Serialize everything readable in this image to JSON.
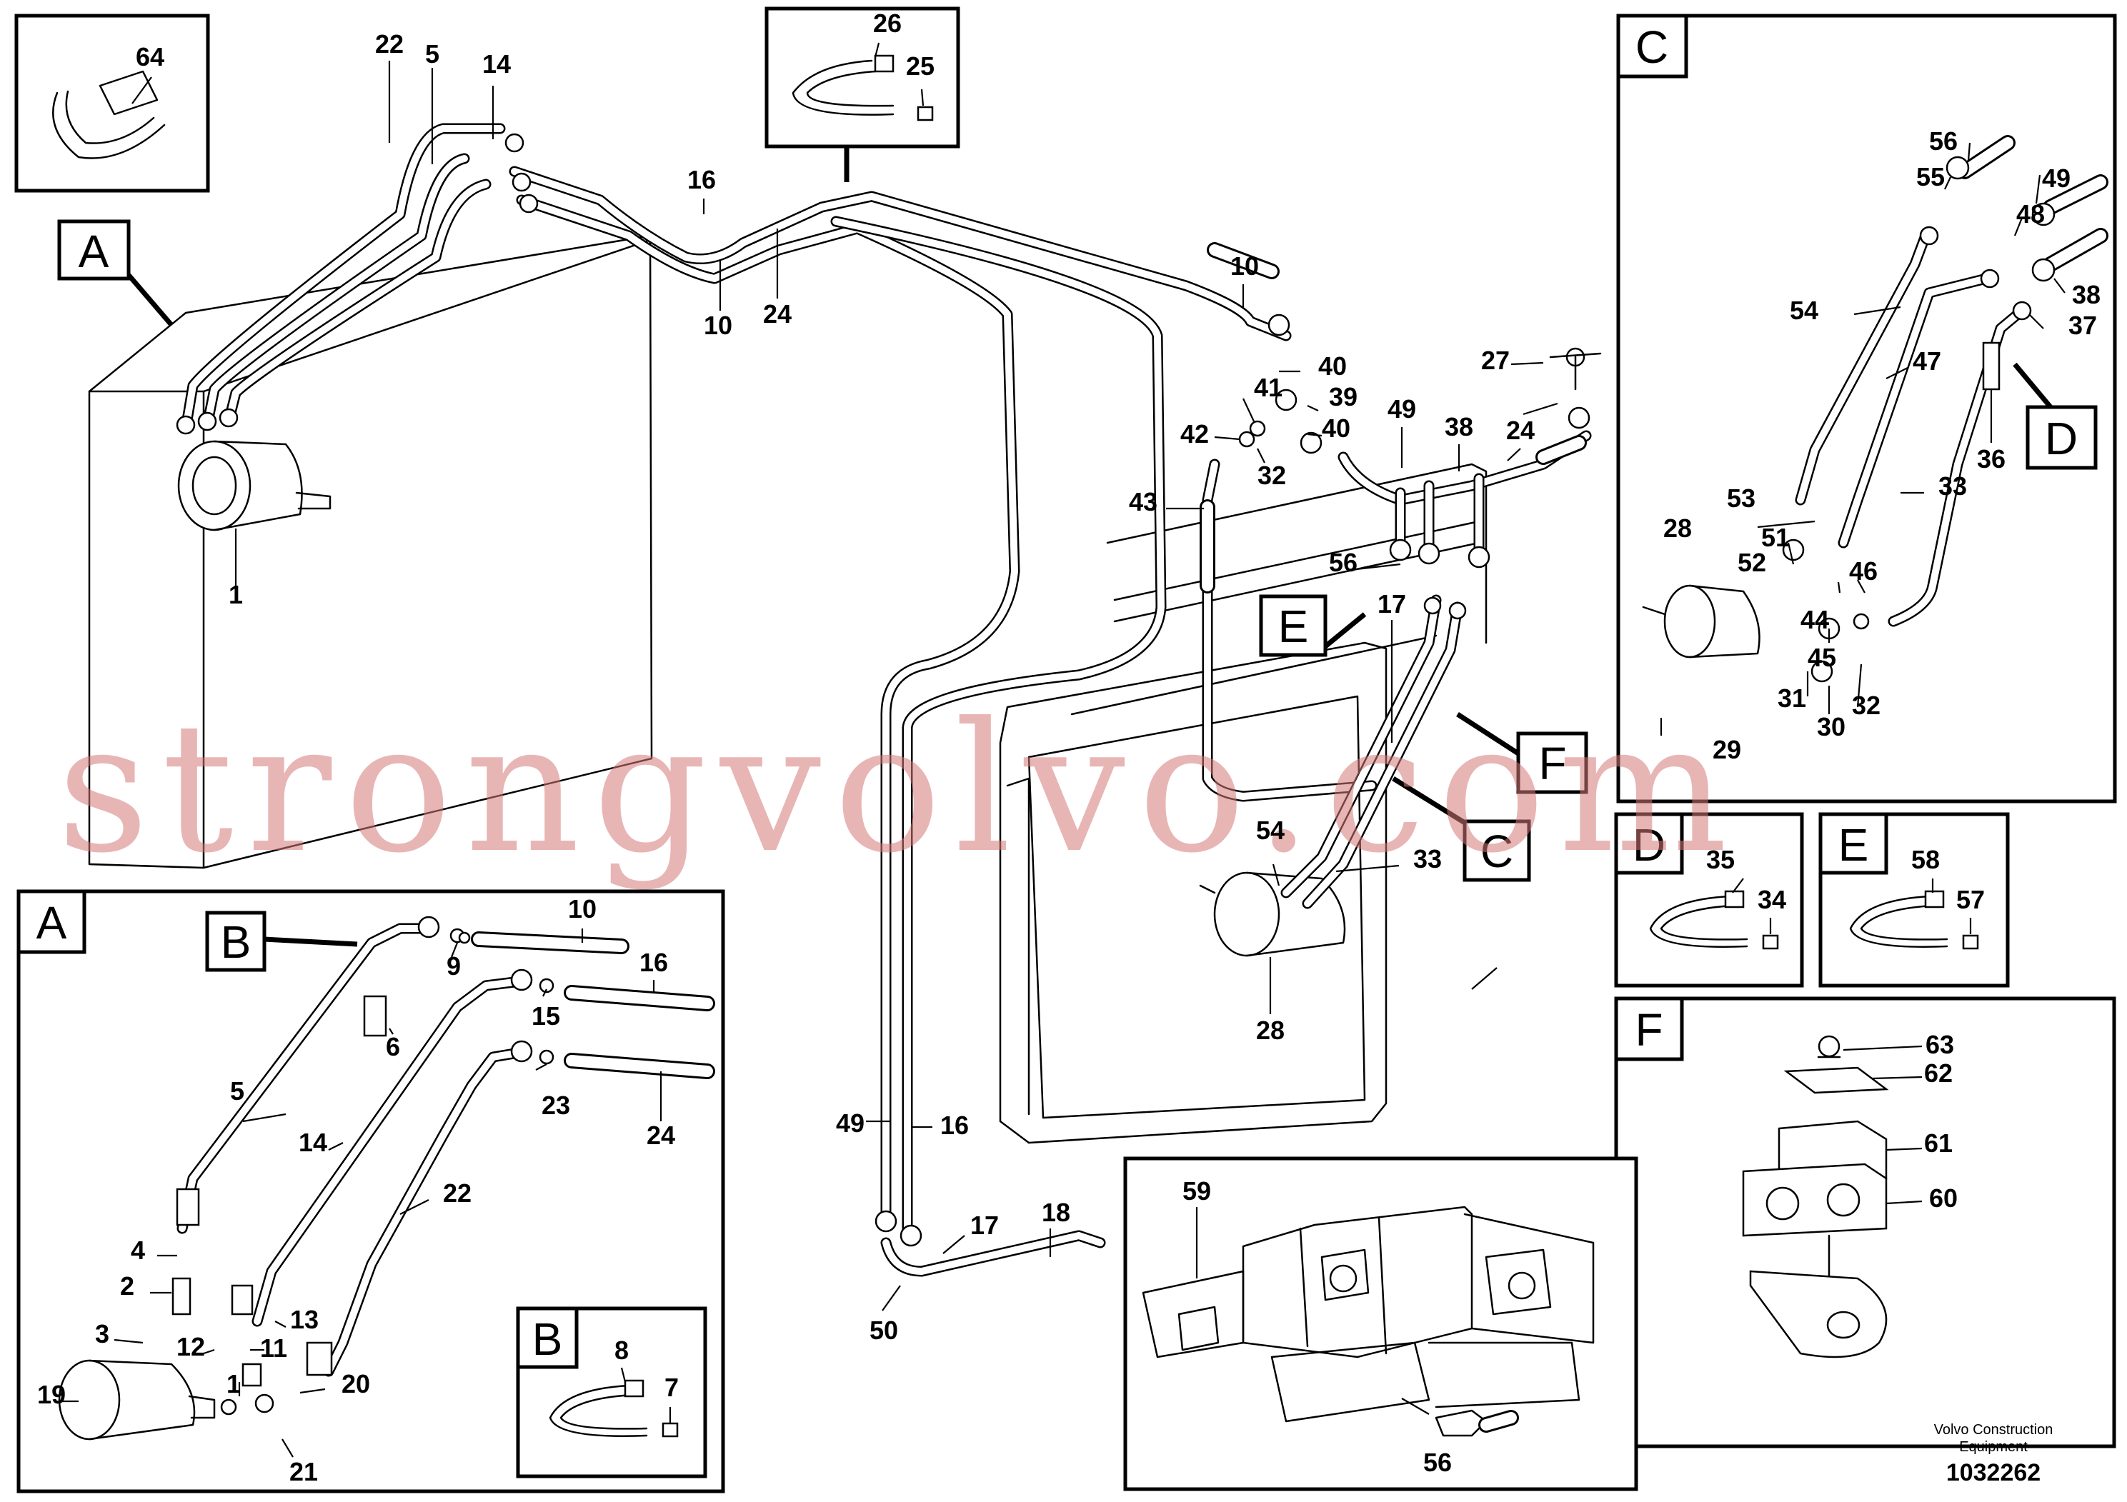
{
  "callouts": [
    "64",
    "22",
    "5",
    "14",
    "16",
    "10",
    "24",
    "26",
    "25",
    "10",
    "40",
    "41",
    "39",
    "40",
    "42",
    "32",
    "43",
    "49",
    "38",
    "24",
    "27",
    "56",
    "17",
    "54",
    "33",
    "28",
    "1",
    "10",
    "9",
    "16",
    "15",
    "6",
    "5",
    "23",
    "24",
    "14",
    "22",
    "4",
    "2",
    "3",
    "12",
    "11",
    "13",
    "1",
    "20",
    "21",
    "19",
    "8",
    "7",
    "59",
    "56",
    "18",
    "17",
    "50",
    "49",
    "16",
    "56",
    "55",
    "49",
    "48",
    "38",
    "37",
    "54",
    "47",
    "36",
    "33",
    "53",
    "28",
    "51",
    "52",
    "46",
    "44",
    "45",
    "31",
    "30",
    "32",
    "29",
    "35",
    "34",
    "58",
    "57",
    "63",
    "62",
    "61",
    "60"
  ],
  "view_tags": {
    "a_pointer": "A",
    "a_detail": "A",
    "b_pointer": "B",
    "b_detail": "B",
    "c_pointer": "C",
    "c_detail": "C",
    "d_pointer": "D",
    "d_detail": "D",
    "e_pointer": "E",
    "e_detail": "E",
    "f_pointer": "F",
    "f_detail": "F"
  },
  "watermark": "strongvolvo.com",
  "footer": {
    "publisher_line1": "Volvo Construction",
    "publisher_line2": "Equipment",
    "drawing_number": "1032262"
  }
}
